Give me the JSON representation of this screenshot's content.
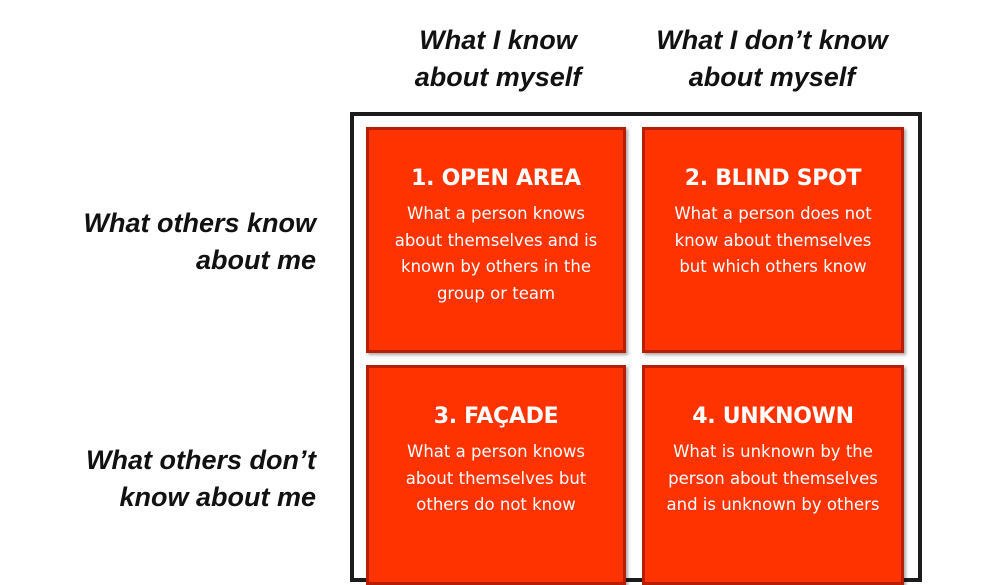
{
  "columns": {
    "known_to_self": [
      "What I know",
      "about myself"
    ],
    "unknown_to_self": [
      "What I don’t know",
      "about myself"
    ]
  },
  "rows": {
    "known_to_others": [
      "What others know",
      "about me"
    ],
    "unknown_to_others": [
      "What others don’t",
      "know about me"
    ]
  },
  "quadrants": {
    "open_area": {
      "title": "1. OPEN AREA",
      "lines": [
        "What a person knows",
        "about themselves and is",
        "known by others in the",
        "group or team"
      ]
    },
    "blind_spot": {
      "title": "2. BLIND SPOT",
      "lines": [
        "What a person does not",
        "know about themselves",
        "but which others know"
      ]
    },
    "facade": {
      "title": "3. FAÇADE",
      "lines": [
        "What a person knows",
        "about themselves but",
        "others do not know"
      ]
    },
    "unknown": {
      "title": "4. UNKNOWN",
      "lines": [
        "What is unknown by the",
        "person about themselves",
        "and is unknown by others"
      ]
    }
  },
  "colors": {
    "quadrant_fill": "#ff3300",
    "quadrant_border": "#b81e05",
    "grid_border": "#1c1c1c",
    "header_text": "#111111"
  }
}
